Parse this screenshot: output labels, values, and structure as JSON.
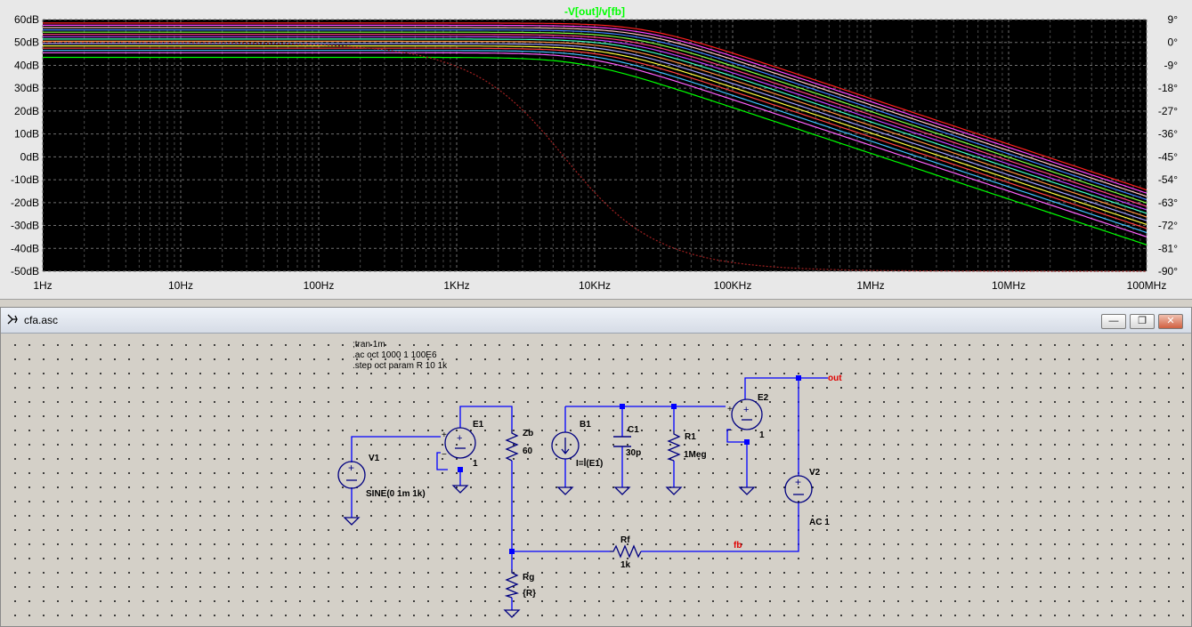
{
  "plot": {
    "trace_title": "-V[out]/v[fb]",
    "y_left_ticks": [
      "60dB",
      "50dB",
      "40dB",
      "30dB",
      "20dB",
      "10dB",
      "0dB",
      "-10dB",
      "-20dB",
      "-30dB",
      "-40dB",
      "-50dB"
    ],
    "y_right_ticks": [
      "9°",
      "0°",
      "-9°",
      "-18°",
      "-27°",
      "-36°",
      "-45°",
      "-54°",
      "-63°",
      "-72°",
      "-81°",
      "-90°"
    ],
    "x_ticks": [
      "1Hz",
      "10Hz",
      "100Hz",
      "1KHz",
      "10KHz",
      "100KHz",
      "1MHz",
      "10MHz",
      "100MHz"
    ],
    "colors": {
      "background": "#000000",
      "grid": "#6a6a6a",
      "title": "#00ff00"
    }
  },
  "chart_data": {
    "type": "line",
    "title": "-V[out]/v[fb]",
    "x_scale": "log",
    "xlim": [
      1,
      100000000
    ],
    "ylim_left": [
      -50,
      60
    ],
    "ylim_right": [
      -90,
      9
    ],
    "grid": true,
    "series": [
      {
        "color": "#00ff00",
        "dc_db": 43.5,
        "corner_hz": 8000
      },
      {
        "color": "#ff60ff",
        "dc_db": 45.5,
        "corner_hz": 9500
      },
      {
        "color": "#40c0ff",
        "dc_db": 46.5,
        "corner_hz": 10500
      },
      {
        "color": "#ff4040",
        "dc_db": 47.5,
        "corner_hz": 11500
      },
      {
        "color": "#ffff40",
        "dc_db": 48.5,
        "corner_hz": 12500
      },
      {
        "color": "#a0a0ff",
        "dc_db": 49.5,
        "corner_hz": 13500
      },
      {
        "color": "#ff9040",
        "dc_db": 50.5,
        "corner_hz": 14500
      },
      {
        "color": "#40ffc0",
        "dc_db": 51.5,
        "corner_hz": 15500
      },
      {
        "color": "#c040ff",
        "dc_db": 52.5,
        "corner_hz": 16500
      },
      {
        "color": "#ff4080",
        "dc_db": 53.5,
        "corner_hz": 17500
      },
      {
        "color": "#80ff40",
        "dc_db": 54.5,
        "corner_hz": 18500
      },
      {
        "color": "#4080ff",
        "dc_db": 55.5,
        "corner_hz": 19500
      },
      {
        "color": "#ffc0c0",
        "dc_db": 56.5,
        "corner_hz": 20500
      },
      {
        "color": "#ff40ff",
        "dc_db": 57.5,
        "corner_hz": 21500
      },
      {
        "color": "#ff2020",
        "dc_db": 58.5,
        "corner_hz": 22500
      }
    ],
    "phase_series": {
      "color": "#a02020",
      "dash": true,
      "corner_hz": 6000
    }
  },
  "window": {
    "title": "cfa.asc",
    "minimize_label": "—",
    "restore_label": "❐",
    "close_label": "✕"
  },
  "schematic": {
    "directives": [
      ";tran 1m",
      ".ac oct 1000 1 100E6",
      ".step oct param R 10 1k"
    ],
    "components": {
      "V1": {
        "name": "V1",
        "value": "SINE(0 1m 1k)"
      },
      "E1": {
        "name": "E1",
        "gain": "1"
      },
      "Zb": {
        "name": "Zb",
        "value": "60"
      },
      "B1": {
        "name": "B1",
        "value": "I=I(E1)"
      },
      "C1": {
        "name": "C1",
        "value": "30p"
      },
      "R1": {
        "name": "R1",
        "value": "1Meg"
      },
      "E2": {
        "name": "E2",
        "gain": "1"
      },
      "V2": {
        "name": "V2",
        "value": "AC 1"
      },
      "Rf": {
        "name": "Rf",
        "value": "1k"
      },
      "Rg": {
        "name": "Rg",
        "value": "{R}"
      }
    },
    "nets": {
      "out": "out",
      "fb": "fb"
    },
    "colors": {
      "wire": "#0000ff",
      "symbol": "#000080",
      "net_label": "#e00000"
    }
  }
}
